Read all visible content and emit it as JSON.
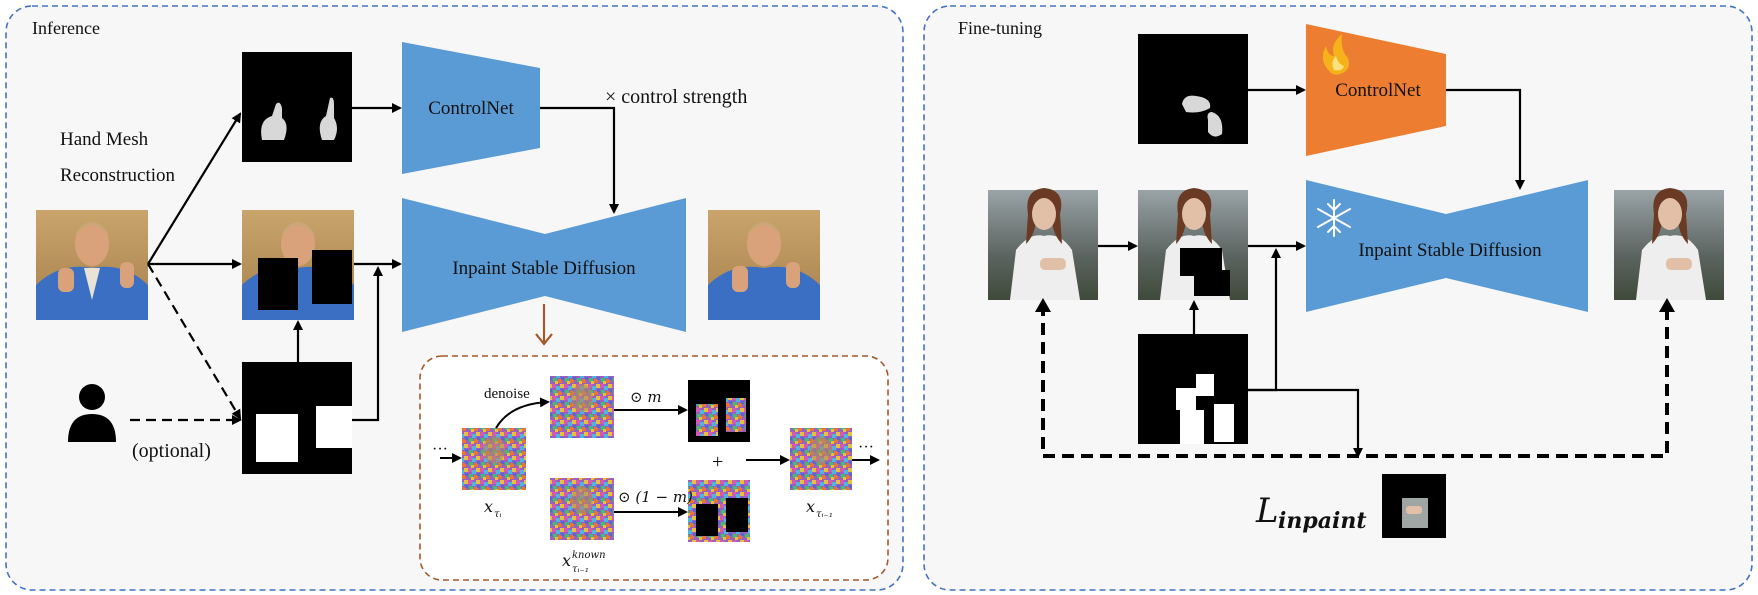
{
  "inference": {
    "panel_title": "Inference",
    "hand_mesh_line1": "Hand Mesh",
    "hand_mesh_line2": "Reconstruction",
    "controlnet_label": "ControlNet",
    "control_strength": "× control strength",
    "unet_label": "Inpaint Stable Diffusion",
    "optional_label": "(optional)",
    "denoise_label": "denoise",
    "dot_m": "⊙ m",
    "dot_one_minus_m": "⊙ (1 − m)",
    "plus": "+",
    "ellipsis": "···",
    "x_tau_i": "x",
    "x_tau_i_sub": "τᵢ",
    "x_known": "x",
    "x_known_sup": "known",
    "x_known_sub": "τᵢ₋₁",
    "x_tau_im1": "x",
    "x_tau_im1_sub": "τᵢ₋₁"
  },
  "finetuning": {
    "panel_title": "Fine-tuning",
    "controlnet_label": "ControlNet",
    "unet_label": "Inpaint Stable Diffusion",
    "loss_main": "L",
    "loss_sub": "inpaint",
    "flame_icon": "flame-icon",
    "snowflake_icon": "snowflake-icon"
  },
  "colors": {
    "blue_block": "#5b9bd5",
    "orange_block": "#ed7d31",
    "panel_border": "#4472c4",
    "sub_border": "#a5592a",
    "down_arrow": "#a5592a",
    "suit_blue": "#3a6fc4",
    "skin": "#d9a27a",
    "noise_a": "#d35ab6",
    "noise_b": "#4bb7e0",
    "noise_c": "#e8c13a"
  }
}
